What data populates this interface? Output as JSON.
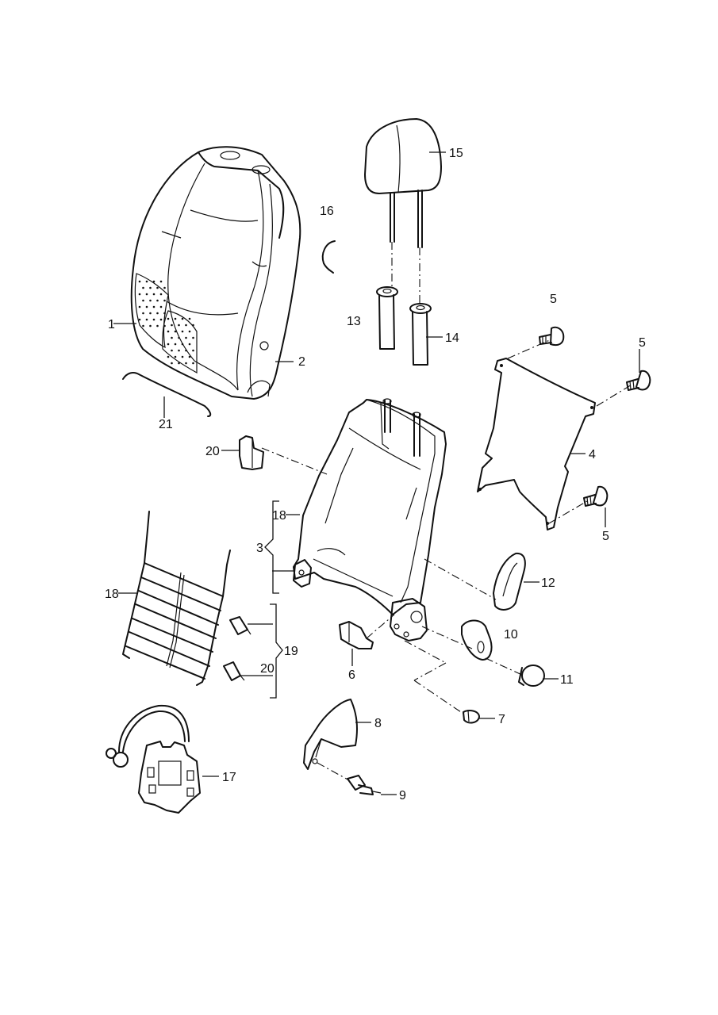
{
  "labels": {
    "l1": "1",
    "l2": "2",
    "l3": "3",
    "l4": "4",
    "l5a": "5",
    "l5b": "5",
    "l5c": "5",
    "l6": "6",
    "l7": "7",
    "l8": "8",
    "l9": "9",
    "l10": "10",
    "l11": "11",
    "l12": "12",
    "l13": "13",
    "l14": "14",
    "l15": "15",
    "l16": "16",
    "l17": "17",
    "l18a": "18",
    "l18b": "18",
    "l19": "19",
    "l20a": "20",
    "l20b": "20",
    "l21": "21"
  }
}
